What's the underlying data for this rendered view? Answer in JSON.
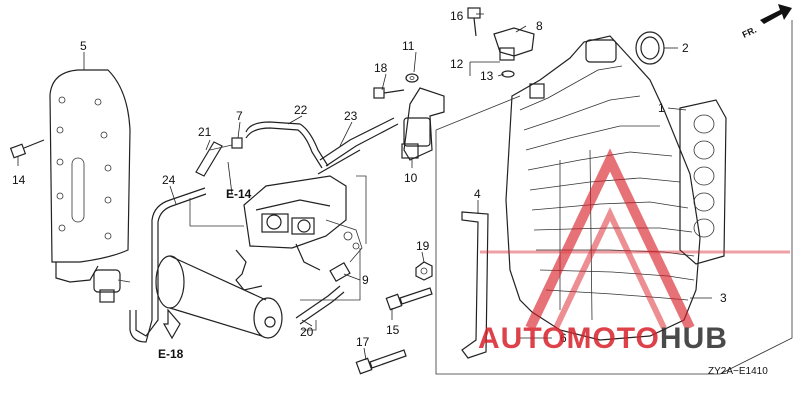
{
  "diagram": {
    "code": "ZY2A−E1410",
    "direction_label": "FR.",
    "callouts": {
      "c1": "1",
      "c2": "2",
      "c3": "3",
      "c4": "4",
      "c5": "5",
      "c6": "6",
      "c7": "7",
      "c8": "8",
      "c9": "9",
      "c10": "10",
      "c11": "11",
      "c12": "12",
      "c13": "13",
      "c14": "14",
      "c15": "15",
      "c16": "16",
      "c17": "17",
      "c18": "18",
      "c19": "19",
      "c20": "20",
      "c21": "21",
      "c22": "22",
      "c23": "23",
      "c24": "24"
    },
    "refs": {
      "e14": "E-14",
      "e18": "E-18"
    }
  },
  "watermark": {
    "text_auto": "AUTO",
    "text_moto": "MOTO",
    "text_hub": "HUB",
    "color_red": "#d8212a",
    "color_dark": "#2b2b2b"
  }
}
